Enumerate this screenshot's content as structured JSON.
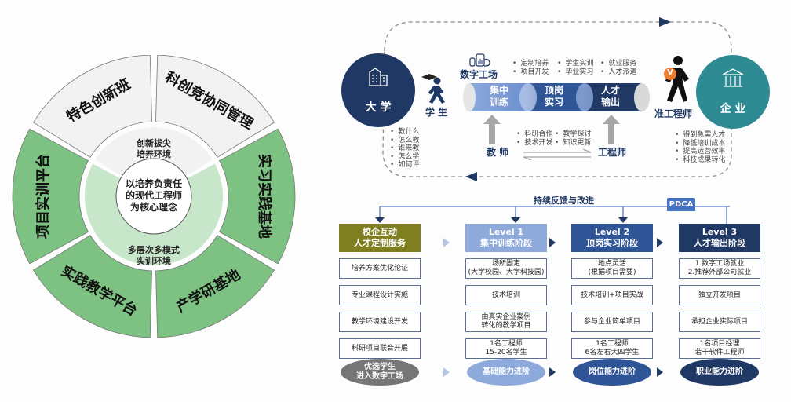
{
  "wheel": {
    "center": [
      "以培养负责任",
      "的现代工程师",
      "为核心理念"
    ],
    "inner_top": [
      "创新拔尖",
      "培养环境"
    ],
    "inner_bottom": [
      "多层次多模式",
      "实训环境"
    ],
    "segments": [
      {
        "label": "特色创新班",
        "group": "innovation"
      },
      {
        "label": "科创竞协同管理",
        "group": "innovation"
      },
      {
        "label": "实习实践基地",
        "group": "practice"
      },
      {
        "label": "产学研基地",
        "group": "practice"
      },
      {
        "label": "实践教学平台",
        "group": "practice"
      },
      {
        "label": "项目实训平台",
        "group": "practice"
      }
    ],
    "colors": {
      "innovation": "#f2f2f2",
      "practice": "#7dc282",
      "inner_practice": "#c8e6c9",
      "inner_innovation": "#f2f2f2"
    }
  },
  "flow": {
    "university": "大 学",
    "enterprise": "企 业",
    "student": "学 生",
    "pre_engineer": "准工程师",
    "pre_engineer_badge": "V",
    "digital_factory": "数字工场",
    "teacher": "教 师",
    "engineer": "工程师",
    "pipe": [
      "集中\n训练",
      "顶岗\n实习",
      "人才\n输出"
    ],
    "pipe_lines": [
      [
        "集中",
        "训练"
      ],
      [
        "顶岗",
        "实习"
      ],
      [
        "人才",
        "输出"
      ]
    ],
    "top_bullets": [
      [
        "定制培养",
        "项目开发"
      ],
      [
        "学生实训",
        "毕业实习"
      ],
      [
        "就业服务",
        "人才派遣"
      ]
    ],
    "mid_bullets": [
      [
        "科研合作",
        "技术开发"
      ],
      [
        "教学探讨",
        "知识更新"
      ]
    ],
    "university_bullets": [
      "教什么",
      "怎么教",
      "谁来教",
      "怎么学",
      "如何评"
    ],
    "enterprise_bullets": [
      "得到急需人才",
      "降低培训成本",
      "提高运营效率",
      "科技成果转化"
    ],
    "colors": {
      "university": "#1f3864",
      "enterprise": "#2e8b93",
      "badge": "#ed7d31"
    }
  },
  "feedback": {
    "label": "持续反馈与改进",
    "pdca": "PDCA"
  },
  "stages": [
    {
      "header": [
        "校企互动",
        "人才定制服务"
      ],
      "color": "#7f7f22",
      "cells": [
        [
          "培养方案优化论证"
        ],
        [
          "专业课程设计实施"
        ],
        [
          "教学环境建设开发"
        ],
        [
          "科研项目联合开展"
        ]
      ],
      "oval": [
        "优选学生",
        "进入数字工场"
      ],
      "oval_color": "#767676"
    },
    {
      "header": [
        "Level 1",
        "集中训练阶段"
      ],
      "color": "#8eaadb",
      "cells": [
        [
          "场所固定",
          "(大学校园、大学科技园)"
        ],
        [
          "技术培训"
        ],
        [
          "由真实企业案例",
          "转化的教学项目"
        ],
        [
          "1名工程师",
          "15-20名学生"
        ]
      ],
      "oval": [
        "基础能力进阶"
      ],
      "oval_color": "#8eaadb"
    },
    {
      "header": [
        "Level 2",
        "顶岗实习阶段"
      ],
      "color": "#2f5597",
      "cells": [
        [
          "地点灵活",
          "(根据项目需要)"
        ],
        [
          "技术培训+项目实战"
        ],
        [
          "参与企业简单项目"
        ],
        [
          "1名工程师",
          "6名左右大四学生"
        ]
      ],
      "oval": [
        "岗位能力进阶"
      ],
      "oval_color": "#2f5597"
    },
    {
      "header": [
        "Level 3",
        "人才输出阶段"
      ],
      "color": "#1f3864",
      "cells": [
        [
          "1.数字工场就业",
          "2.推荐外部公司就业"
        ],
        [
          "独立开发项目"
        ],
        [
          "承担企业实际项目"
        ],
        [
          "1名项目经理",
          "若干软件工程师"
        ]
      ],
      "oval": [
        "职业能力进阶"
      ],
      "oval_color": "#1f3864"
    }
  ]
}
